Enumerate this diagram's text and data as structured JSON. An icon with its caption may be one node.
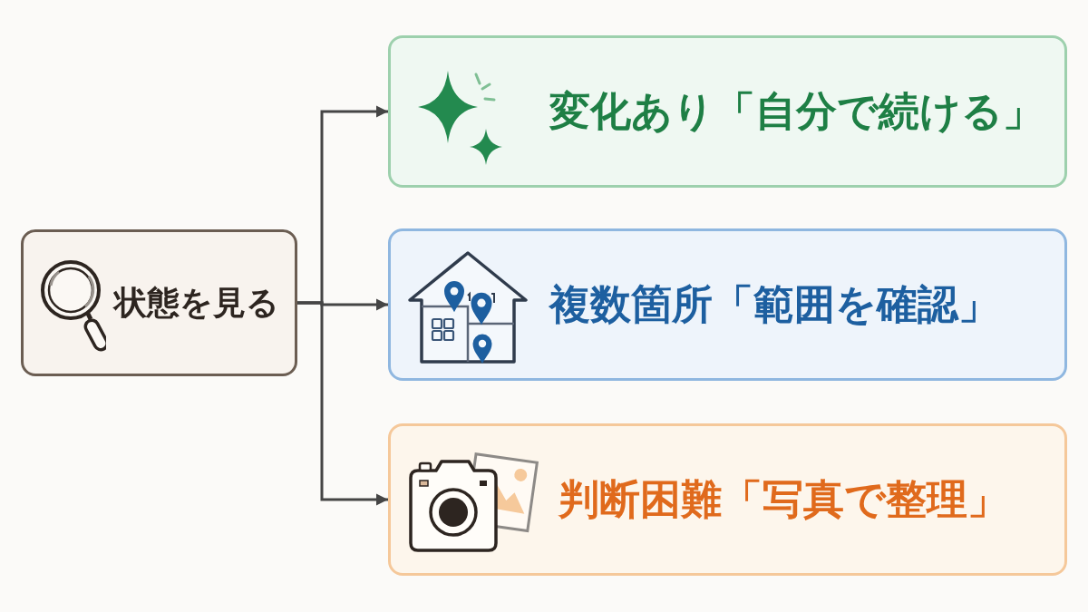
{
  "diagram": {
    "nodes": [
      {
        "text": [
          "状態を見る"
        ]
      },
      {
        "text": [
          "変化あり「自分で続ける」"
        ]
      },
      {
        "text": [
          "複数箇所「範囲を確認」"
        ]
      },
      {
        "text": [
          "判断困難「写真で整理」"
        ]
      }
    ],
    "edges": [
      {
        "from": 0,
        "to": 1,
        "arrow": "to"
      },
      {
        "from": 0,
        "to": 2,
        "arrow": "to"
      },
      {
        "from": 0,
        "to": 3,
        "arrow": "to"
      }
    ]
  }
}
